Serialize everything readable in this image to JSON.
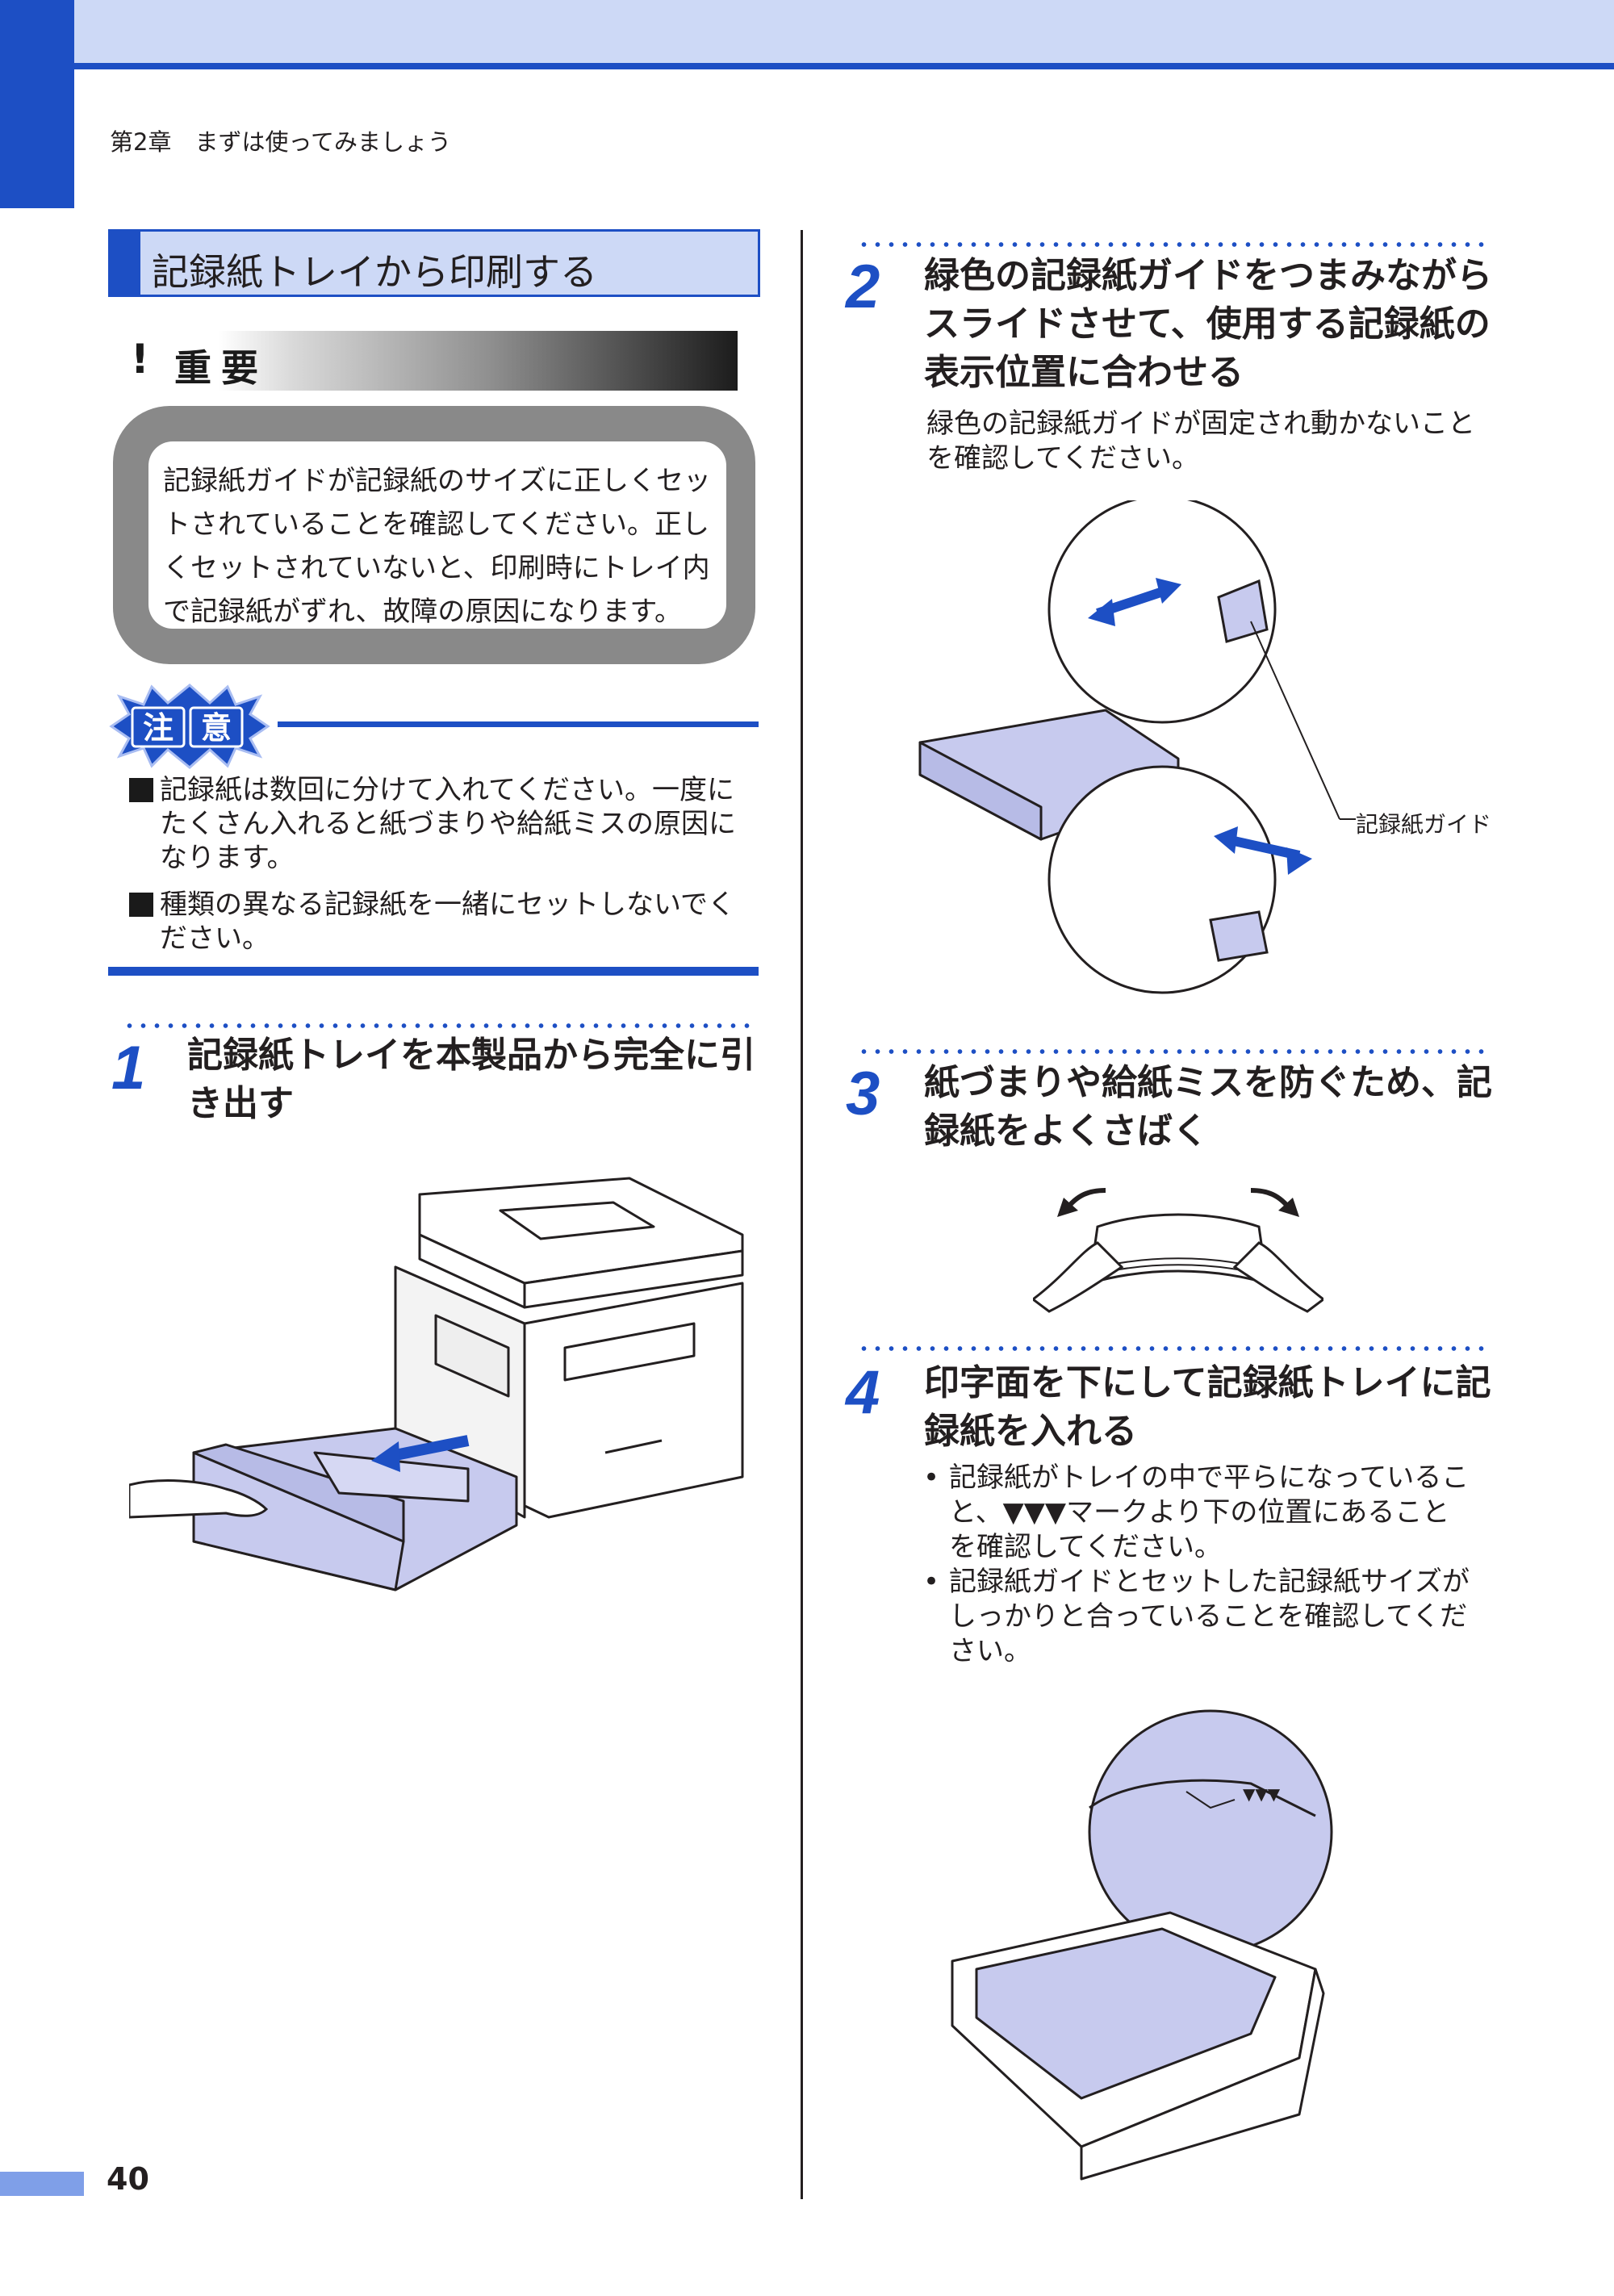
{
  "header": {
    "chapter": "第2章　まずは使ってみましょう"
  },
  "section": {
    "title": "記録紙トレイから印刷する"
  },
  "important": {
    "mark": "!",
    "title": "重要",
    "lines": [
      "記録紙ガイドが記録紙のサイズに正しくセッ",
      "トされていることを確認してください。正し",
      "くセットされていないと、印刷時にトレイ内",
      "で記録紙がずれ、故障の原因になります。"
    ]
  },
  "caution": {
    "badge": "注意",
    "items": [
      {
        "lines": [
          "記録紙は数回に分けて入れてください。一度に",
          "たくさん入れると紙づまりや給紙ミスの原因に",
          "なります。"
        ]
      },
      {
        "lines": [
          "種類の異なる記録紙を一緒にセットしないでく",
          "ださい。"
        ]
      }
    ]
  },
  "steps": [
    {
      "num": "1",
      "title_lines": [
        "記録紙トレイを本製品から完全に引",
        "き出す"
      ]
    },
    {
      "num": "2",
      "title_lines": [
        "緑色の記録紙ガイドをつまみながら",
        "スライドさせて、使用する記録紙の",
        "表示位置に合わせる"
      ],
      "body_lines": [
        "緑色の記録紙ガイドが固定され動かないこと",
        "を確認してください。"
      ],
      "callout": "記録紙ガイド"
    },
    {
      "num": "3",
      "title_lines": [
        "紙づまりや給紙ミスを防ぐため、記",
        "録紙をよくさばく"
      ]
    },
    {
      "num": "4",
      "title_lines": [
        "印字面を下にして記録紙トレイに記",
        "録紙を入れる"
      ],
      "bullets": [
        {
          "lines": [
            "記録紙がトレイの中で平らになっているこ",
            "と、▼▼▼マークより下の位置にあること",
            "を確認してください。"
          ]
        },
        {
          "lines": [
            "記録紙ガイドとセットした記録紙サイズが",
            "しっかりと合っていることを確認してくだ",
            "さい。"
          ]
        }
      ]
    }
  ],
  "footer": {
    "page_number": "40"
  },
  "colors": {
    "accent": "#1d4fc4",
    "band": "#cdd9f6",
    "tray": "#c7caee"
  }
}
